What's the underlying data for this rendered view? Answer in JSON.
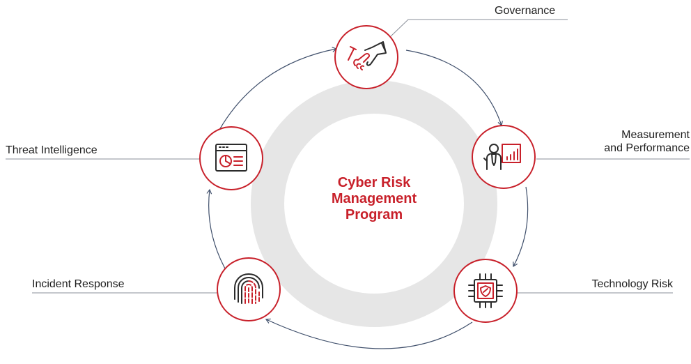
{
  "center": {
    "line1": "Cyber Risk",
    "line2": "Management",
    "line3": "Program"
  },
  "nodes": [
    {
      "key": "governance",
      "label": "Governance",
      "icon": "handshake-icon"
    },
    {
      "key": "measurement",
      "label_line1": "Measurement",
      "label_line2": "and Performance",
      "icon": "presenter-chart-icon"
    },
    {
      "key": "technology",
      "label": "Technology Risk",
      "icon": "chip-shield-icon"
    },
    {
      "key": "incident",
      "label": "Incident Response",
      "icon": "fingerprint-icon"
    },
    {
      "key": "threat",
      "label": "Threat Intelligence",
      "icon": "dashboard-window-icon"
    }
  ],
  "colors": {
    "accent": "#c8202a",
    "ring": "#e6e6e6",
    "arrow": "#3f4f6b",
    "leader": "#8a8f99",
    "text": "#1f1f1f"
  }
}
